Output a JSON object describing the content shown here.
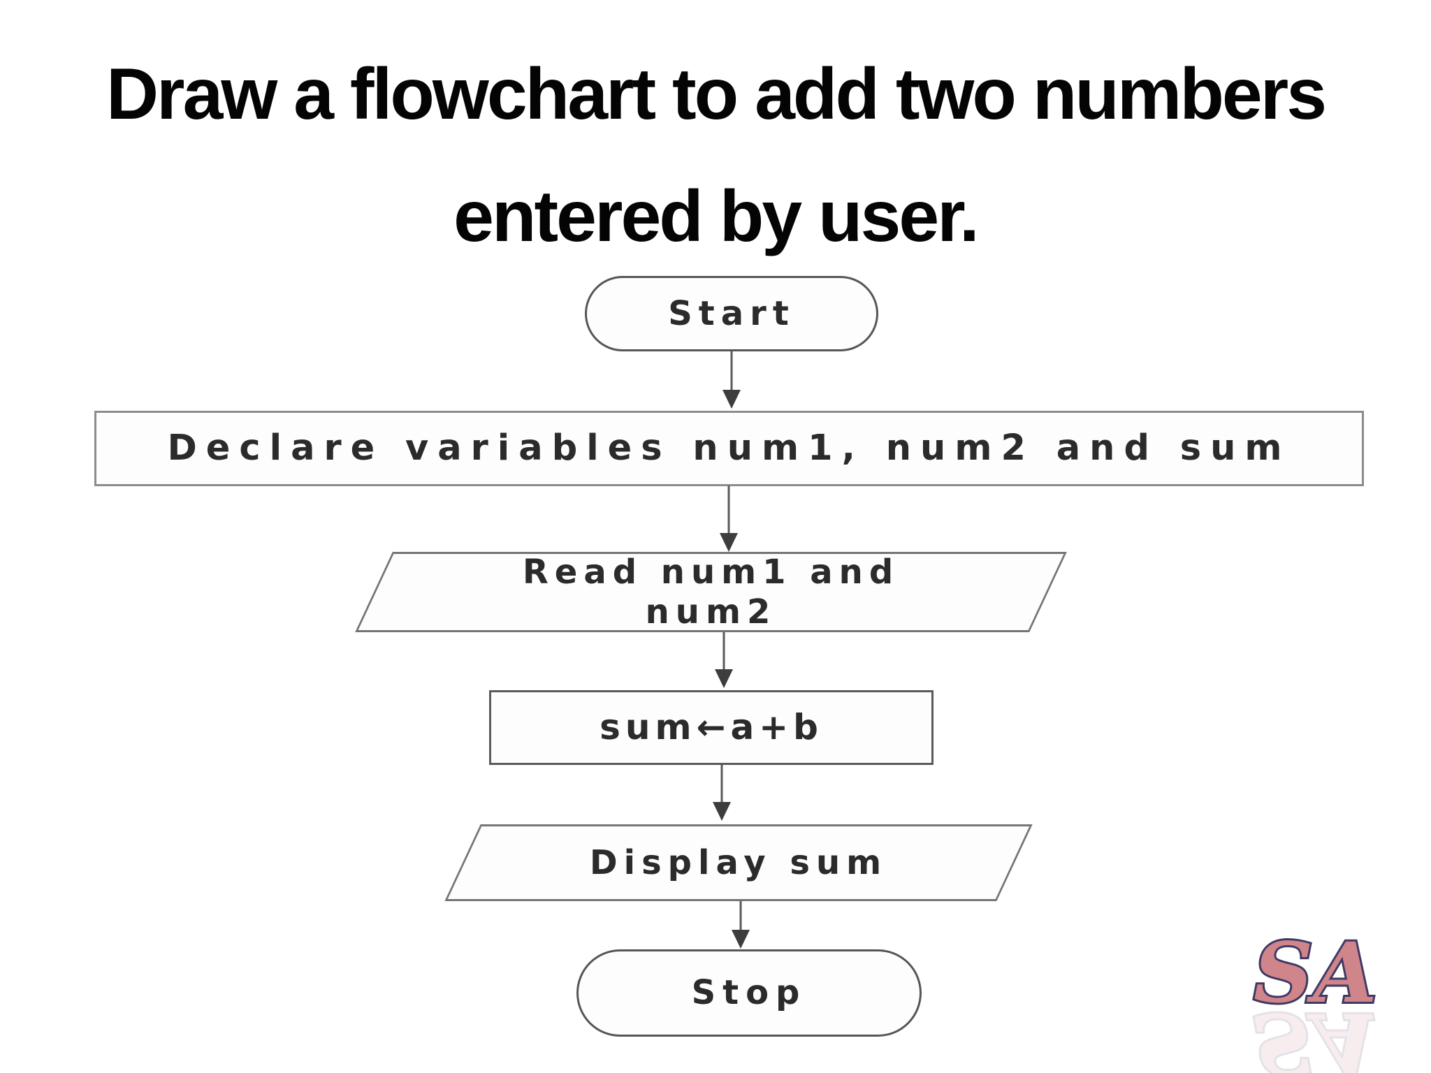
{
  "title": {
    "line1": "Draw a flowchart to add two numbers",
    "line2": "entered by user."
  },
  "flowchart": {
    "nodes": {
      "start": {
        "type": "terminator",
        "label": "Start"
      },
      "declare": {
        "type": "process",
        "label": "Declare variables num1, num2 and sum"
      },
      "read": {
        "type": "input",
        "line1": "Read num1 and",
        "line2": "num2"
      },
      "sum": {
        "type": "process",
        "label": "sum←a+b"
      },
      "display": {
        "type": "input",
        "label": "Display sum"
      },
      "stop": {
        "type": "terminator",
        "label": "Stop"
      }
    },
    "arrow_count": 5
  },
  "watermark": {
    "text": "SA",
    "fill_color": "#d0858b",
    "outline_color": "#3f3a64"
  },
  "colors": {
    "background": "#ffffff",
    "title_text": "#040404",
    "node_text": "#2b2b2b",
    "node_border": "#6e6e6e",
    "arrow": "#5a5a5a"
  }
}
